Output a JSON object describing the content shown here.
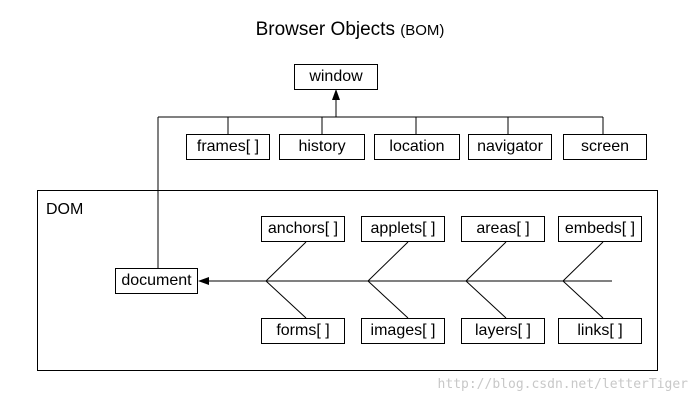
{
  "title": {
    "main": "Browser Objects",
    "abbr": "(BOM)"
  },
  "bom": {
    "root": "window",
    "children": [
      "frames[ ]",
      "history",
      "location",
      "navigator",
      "screen"
    ]
  },
  "dom": {
    "label": "DOM",
    "root": "document",
    "top_row": [
      "anchors[ ]",
      "applets[ ]",
      "areas[ ]",
      "embeds[ ]"
    ],
    "bottom_row": [
      "forms[ ]",
      "images[ ]",
      "layers[ ]",
      "links[ ]"
    ]
  },
  "watermark": "http://blog.csdn.net/letterTiger"
}
